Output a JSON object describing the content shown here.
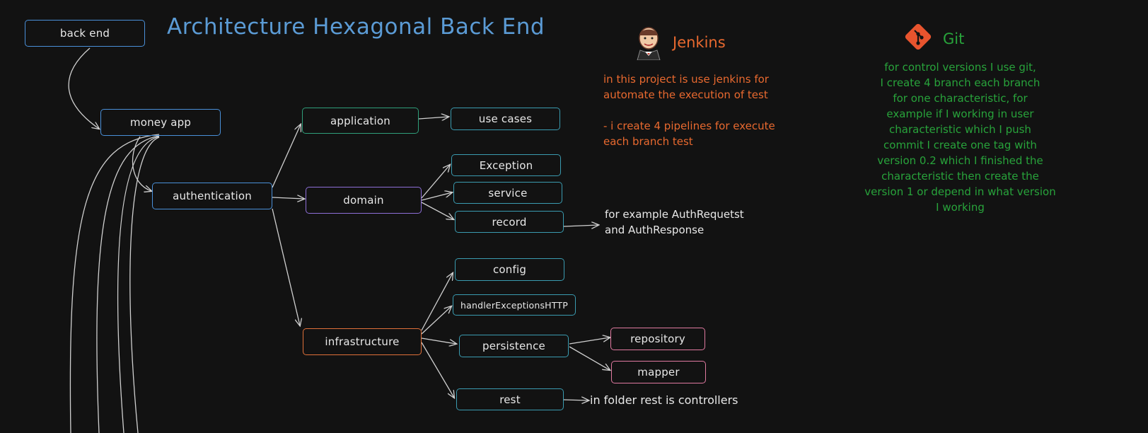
{
  "title": "Architecture Hexagonal Back End",
  "colors": {
    "background": "#121212",
    "title": "#5b9bd5",
    "jenkins_text": "#e8692f",
    "git_text": "#28a33b",
    "git_logo": "#e8542e",
    "edge": "#d0d0d0"
  },
  "nodes": {
    "back_end": "back end",
    "money_app": "money app",
    "authentication": "authentication",
    "application": "application",
    "use_cases": "use cases",
    "domain": "domain",
    "exception": "Exception",
    "service": "service",
    "record": "record",
    "infrastructure": "infrastructure",
    "config": "config",
    "handler": "handlerExceptionsHTTP",
    "persistence": "persistence",
    "repository": "repository",
    "mapper": "mapper",
    "rest": "rest"
  },
  "notes": {
    "record": [
      "for example AuthRequetst",
      "and AuthResponse"
    ],
    "rest": "in folder rest is controllers"
  },
  "jenkins": {
    "label": "Jenkins",
    "icon": "jenkins-butler-icon",
    "lines": [
      "in this project is use jenkins for",
      "automate the execution of test",
      "",
      "- i create 4 pipelines for execute",
      "each branch test"
    ]
  },
  "git": {
    "label": "Git",
    "icon": "git-logo-icon",
    "lines": [
      "for control versions I use git,",
      "I create 4 branch each branch",
      "for one characteristic, for",
      "example if I working in user",
      "characteristic which I push",
      "commit I create one tag with",
      "version 0.2 which I finished the",
      "characteristic then create the",
      "version 1 or depend in what version",
      "I working"
    ]
  }
}
